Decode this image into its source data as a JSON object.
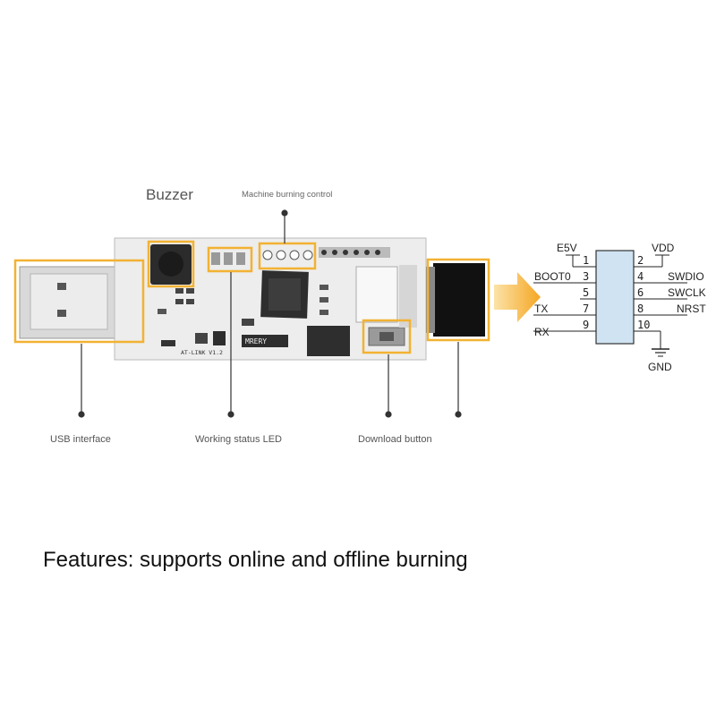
{
  "callouts": {
    "buzzer": "Buzzer",
    "machine_burning_control": "Machine burning control",
    "usb_interface": "USB interface",
    "working_status_led": "Working status LED",
    "download_button": "Download button"
  },
  "board": {
    "model": "AT-LINK V1.2",
    "brand": "MRERY"
  },
  "header_pins": {
    "left": [
      {
        "pin": "1",
        "signal": "E5V"
      },
      {
        "pin": "3",
        "signal": "BOOT0"
      },
      {
        "pin": "5",
        "signal": ""
      },
      {
        "pin": "7",
        "signal": "TX"
      },
      {
        "pin": "9",
        "signal": "RX"
      }
    ],
    "right": [
      {
        "pin": "2",
        "signal": "VDD"
      },
      {
        "pin": "4",
        "signal": "SWDIO"
      },
      {
        "pin": "6",
        "signal": "SWCLK"
      },
      {
        "pin": "8",
        "signal": "NRST"
      },
      {
        "pin": "10",
        "signal": "GND"
      }
    ]
  },
  "features_text": "Features: supports online and offline burning",
  "colors": {
    "highlight": "#f2b233",
    "arrow": "#f5a623",
    "board": "#ececec",
    "header_box": "#cfe3f2"
  }
}
